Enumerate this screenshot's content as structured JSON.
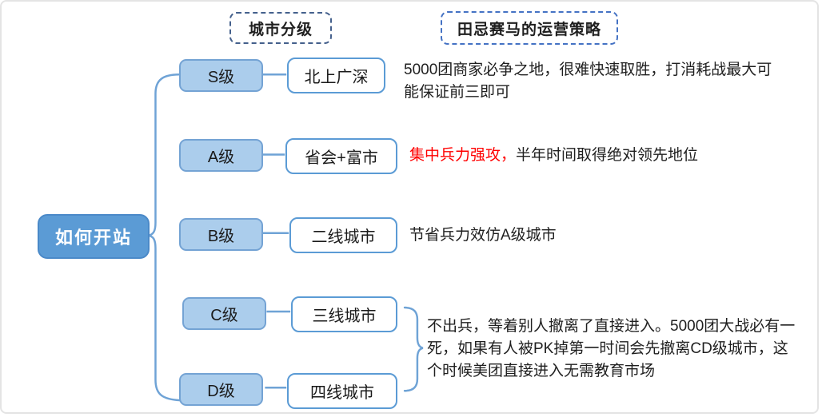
{
  "headers": {
    "city_tiers": "城市分级",
    "strategy": "田忌赛马的运营策略"
  },
  "root": {
    "label": "如何开站"
  },
  "rows": [
    {
      "level": "S级",
      "city": "北上广深",
      "strategy": "5000团商家必争之地，很难快速取胜，打消耗战最大可能保证前三即可"
    },
    {
      "level": "A级",
      "city": "省会+富市",
      "strategy_highlight": "集中兵力强攻，",
      "strategy": "半年时间取得绝对领先地位"
    },
    {
      "level": "B级",
      "city": "二线城市",
      "strategy": "节省兵力效仿A级城市"
    },
    {
      "level": "C级",
      "city": "三线城市"
    },
    {
      "level": "D级",
      "city": "四线城市"
    }
  ],
  "shared_strategy_cd": "不出兵，等着别人撤离了直接进入。5000团大战必有一死，如果有人被PK掉第一时间会先撤离CD级城市，这个时候美团直接进入无需教育市场",
  "colors": {
    "root_fill": "#5B9BD5",
    "level_fill": "#ABCDEC",
    "level_border": "#74A3D4",
    "city_border": "#5B9BD5",
    "connector": "#6FA3D6",
    "highlight_red": "#FF0000",
    "header_city_border": "#44608C",
    "header_strategy_border": "#4472C4"
  }
}
